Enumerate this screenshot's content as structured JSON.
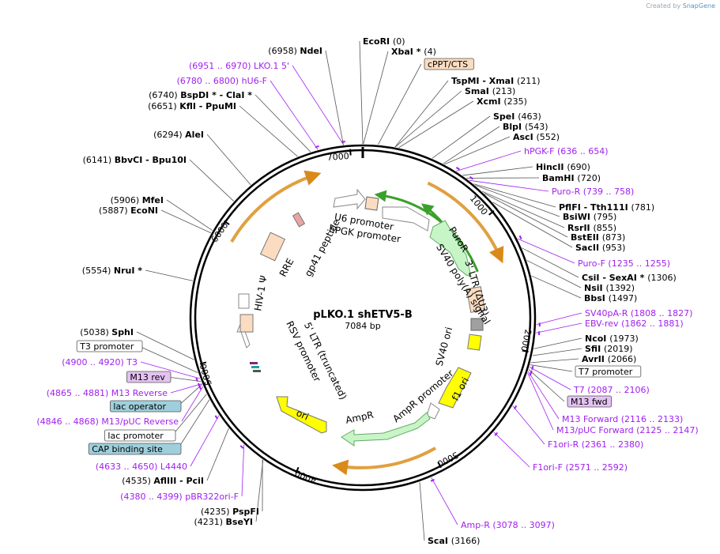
{
  "credit": {
    "prefix": "Created by",
    "brand": "SnapGene"
  },
  "plasmid": {
    "name": "pLKO.1 shETV5-B",
    "size": "7084 bp",
    "length": 7084
  },
  "ticks": [
    "1000",
    "2000",
    "3000",
    "4000",
    "5000",
    "6000",
    "7000"
  ],
  "features": [
    {
      "name": "cPPT/CTS",
      "color": "#fbdcc0"
    },
    {
      "name": "U6 promoter",
      "color": "#ffffff"
    },
    {
      "name": "hPGK promoter",
      "color": "#ffffff"
    },
    {
      "name": "PuroR",
      "color": "#c8f5c8"
    },
    {
      "name": "SV40 poly(A) signal",
      "color": "#ffffff"
    },
    {
      "name": "3' LTR (ΔU3)",
      "color": "#fbdcc0"
    },
    {
      "name": "SV40 ori",
      "color": "#a0a0a0"
    },
    {
      "name": "f1 ori",
      "color": "#ffff00"
    },
    {
      "name": "AmpR promoter",
      "color": "#ffffff"
    },
    {
      "name": "AmpR",
      "color": "#c8f5c8"
    },
    {
      "name": "ori",
      "color": "#ffff00"
    },
    {
      "name": "RSV promoter",
      "color": "#ffffff"
    },
    {
      "name": "5' LTR (truncated)",
      "color": "#fbdcc0"
    },
    {
      "name": "HIV-1 Ψ",
      "color": "#fbdcc0"
    },
    {
      "name": "RRE",
      "color": "#fbdcc0"
    },
    {
      "name": "gp41 peptide",
      "color": "#e9a4a4"
    }
  ],
  "sites": [
    {
      "label": "EcoRI",
      "pos": "(0)",
      "kind": "enzyme"
    },
    {
      "label": "XbaI *",
      "pos": "(4)",
      "kind": "enzyme"
    },
    {
      "label": "cPPT/CTS",
      "pos": "",
      "kind": "boxed"
    },
    {
      "label": "TspMI  - XmaI",
      "pos": "(211)",
      "kind": "enzyme"
    },
    {
      "label": "SmaI",
      "pos": "(213)",
      "kind": "enzyme"
    },
    {
      "label": "XcmI",
      "pos": "(235)",
      "kind": "enzyme"
    },
    {
      "label": "SpeI",
      "pos": "(463)",
      "kind": "enzyme"
    },
    {
      "label": "BlpI",
      "pos": "(543)",
      "kind": "enzyme"
    },
    {
      "label": "AscI",
      "pos": "(552)",
      "kind": "enzyme"
    },
    {
      "label": "hPGK-F",
      "pos": "(636 .. 654)",
      "kind": "primer"
    },
    {
      "label": "HincII",
      "pos": "(690)",
      "kind": "enzyme"
    },
    {
      "label": "BamHI",
      "pos": "(720)",
      "kind": "enzyme"
    },
    {
      "label": "Puro-R",
      "pos": "(739 .. 758)",
      "kind": "primer"
    },
    {
      "label": "PflFI  - Tth111I",
      "pos": "(781)",
      "kind": "enzyme"
    },
    {
      "label": "BsiWI",
      "pos": "(795)",
      "kind": "enzyme"
    },
    {
      "label": "RsrII",
      "pos": "(855)",
      "kind": "enzyme"
    },
    {
      "label": "BstEII",
      "pos": "(873)",
      "kind": "enzyme"
    },
    {
      "label": "SacII",
      "pos": "(953)",
      "kind": "enzyme"
    },
    {
      "label": "Puro-F",
      "pos": "(1235 .. 1255)",
      "kind": "primer"
    },
    {
      "label": "CsiI  - SexAI *",
      "pos": "(1306)",
      "kind": "enzyme"
    },
    {
      "label": "NsiI",
      "pos": "(1392)",
      "kind": "enzyme"
    },
    {
      "label": "BbsI",
      "pos": "(1497)",
      "kind": "enzyme"
    },
    {
      "label": "SV40pA-R",
      "pos": "(1808 .. 1827)",
      "kind": "primer"
    },
    {
      "label": "EBV-rev",
      "pos": "(1862 .. 1881)",
      "kind": "primer"
    },
    {
      "label": "NcoI",
      "pos": "(1973)",
      "kind": "enzyme"
    },
    {
      "label": "SfiI",
      "pos": "(2019)",
      "kind": "enzyme"
    },
    {
      "label": "AvrII",
      "pos": "(2066)",
      "kind": "enzyme"
    },
    {
      "label": "T7 promoter",
      "pos": "",
      "kind": "boxed"
    },
    {
      "label": "T7",
      "pos": "(2087 .. 2106)",
      "kind": "primer"
    },
    {
      "label": "M13 fwd",
      "pos": "",
      "kind": "boxed"
    },
    {
      "label": "M13 Forward",
      "pos": "(2116 .. 2133)",
      "kind": "primer"
    },
    {
      "label": "M13/pUC Forward",
      "pos": "(2125 .. 2147)",
      "kind": "primer"
    },
    {
      "label": "F1ori-R",
      "pos": "(2361 .. 2380)",
      "kind": "primer"
    },
    {
      "label": "F1ori-F",
      "pos": "(2571 .. 2592)",
      "kind": "primer"
    },
    {
      "label": "Amp-R",
      "pos": "(3078 .. 3097)",
      "kind": "primer"
    },
    {
      "label": "ScaI",
      "pos": "(3166)",
      "kind": "enzyme"
    },
    {
      "label": "BseYI",
      "pos": "(4231)",
      "kind": "enzyme"
    },
    {
      "label": "PspFI",
      "pos": "(4235)",
      "kind": "enzyme"
    },
    {
      "label": "pBR322ori-F",
      "pos": "(4380 .. 4399)",
      "kind": "primer"
    },
    {
      "label": "AflIII  - PciI",
      "pos": "(4535)",
      "kind": "enzyme"
    },
    {
      "label": "L4440",
      "pos": "(4633 .. 4650)",
      "kind": "primer"
    },
    {
      "label": "CAP binding site",
      "pos": "",
      "kind": "boxed"
    },
    {
      "label": "lac promoter",
      "pos": "",
      "kind": "boxed"
    },
    {
      "label": "M13/pUC Reverse",
      "pos": "(4846 .. 4868)",
      "kind": "primer"
    },
    {
      "label": "lac operator",
      "pos": "",
      "kind": "boxed"
    },
    {
      "label": "M13 Reverse",
      "pos": "(4865 .. 4881)",
      "kind": "primer"
    },
    {
      "label": "M13 rev",
      "pos": "",
      "kind": "boxed"
    },
    {
      "label": "T3",
      "pos": "(4900 .. 4920)",
      "kind": "primer"
    },
    {
      "label": "T3 promoter",
      "pos": "",
      "kind": "boxed"
    },
    {
      "label": "SphI",
      "pos": "(5038)",
      "kind": "enzyme"
    },
    {
      "label": "NruI *",
      "pos": "(5554)",
      "kind": "enzyme"
    },
    {
      "label": "EcoNI",
      "pos": "(5887)",
      "kind": "enzyme"
    },
    {
      "label": "MfeI",
      "pos": "(5906)",
      "kind": "enzyme"
    },
    {
      "label": "BbvCI  - Bpu10I",
      "pos": "(6141)",
      "kind": "enzyme"
    },
    {
      "label": "AleI",
      "pos": "(6294)",
      "kind": "enzyme"
    },
    {
      "label": "KflI  - PpuMI",
      "pos": "(6651)",
      "kind": "enzyme"
    },
    {
      "label": "BspDI *  - ClaI *",
      "pos": "(6740)",
      "kind": "enzyme"
    },
    {
      "label": "hU6-F",
      "pos": "(6780 .. 6800)",
      "kind": "primer"
    },
    {
      "label": "LKO.1 5'",
      "pos": "(6951 .. 6970)",
      "kind": "primer"
    },
    {
      "label": "NdeI",
      "pos": "(6958)",
      "kind": "enzyme"
    }
  ]
}
